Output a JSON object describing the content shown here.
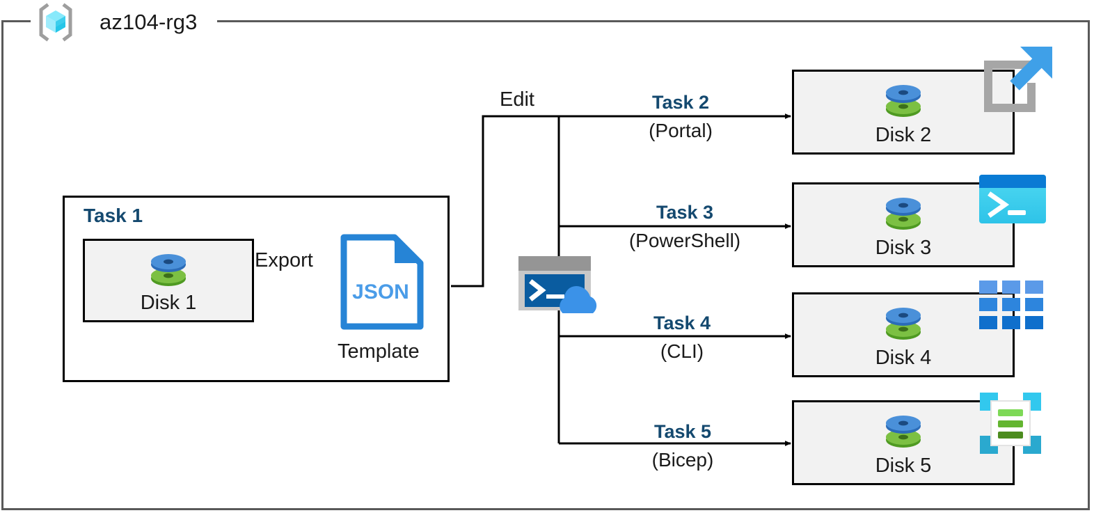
{
  "diagram": {
    "type": "architecture-flow",
    "resource_group": {
      "name": "az104-rg3",
      "icon": "azure-resource-group-icon",
      "border_color": "#595959"
    },
    "accent_colors": {
      "task_label": "#14496f",
      "box_fill": "#f2f2f2",
      "box_border": "#000000",
      "azure_blue": "#2f8de4",
      "disk_blue": "#3f8fd8",
      "disk_green": "#6cb33f",
      "powershell_cyan": "#40d3f0",
      "bicep_cyan": "#32c8ee"
    },
    "task1": {
      "title": "Task 1",
      "disk": {
        "label": "Disk 1",
        "icon": "managed-disk-icon"
      },
      "export_label": "Export",
      "template": {
        "file_type": "JSON",
        "label": "Template",
        "icon": "json-file-icon"
      }
    },
    "edit_label": "Edit",
    "cloud_shell": {
      "icon": "azure-cloud-shell-icon",
      "prompt": ">_"
    },
    "branches": [
      {
        "task": "Task 2",
        "tool": "(Portal)",
        "disk": "Disk 2",
        "disk_icon": "managed-disk-icon",
        "tool_icon": "azure-portal-icon"
      },
      {
        "task": "Task 3",
        "tool": "(PowerShell)",
        "disk": "Disk 3",
        "disk_icon": "managed-disk-icon",
        "tool_icon": "powershell-icon"
      },
      {
        "task": "Task 4",
        "tool": "(CLI)",
        "disk": "Disk 4",
        "disk_icon": "managed-disk-icon",
        "tool_icon": "azure-cli-grid-icon"
      },
      {
        "task": "Task 5",
        "tool": "(Bicep)",
        "disk": "Disk 5",
        "disk_icon": "managed-disk-icon",
        "tool_icon": "bicep-icon"
      }
    ]
  }
}
